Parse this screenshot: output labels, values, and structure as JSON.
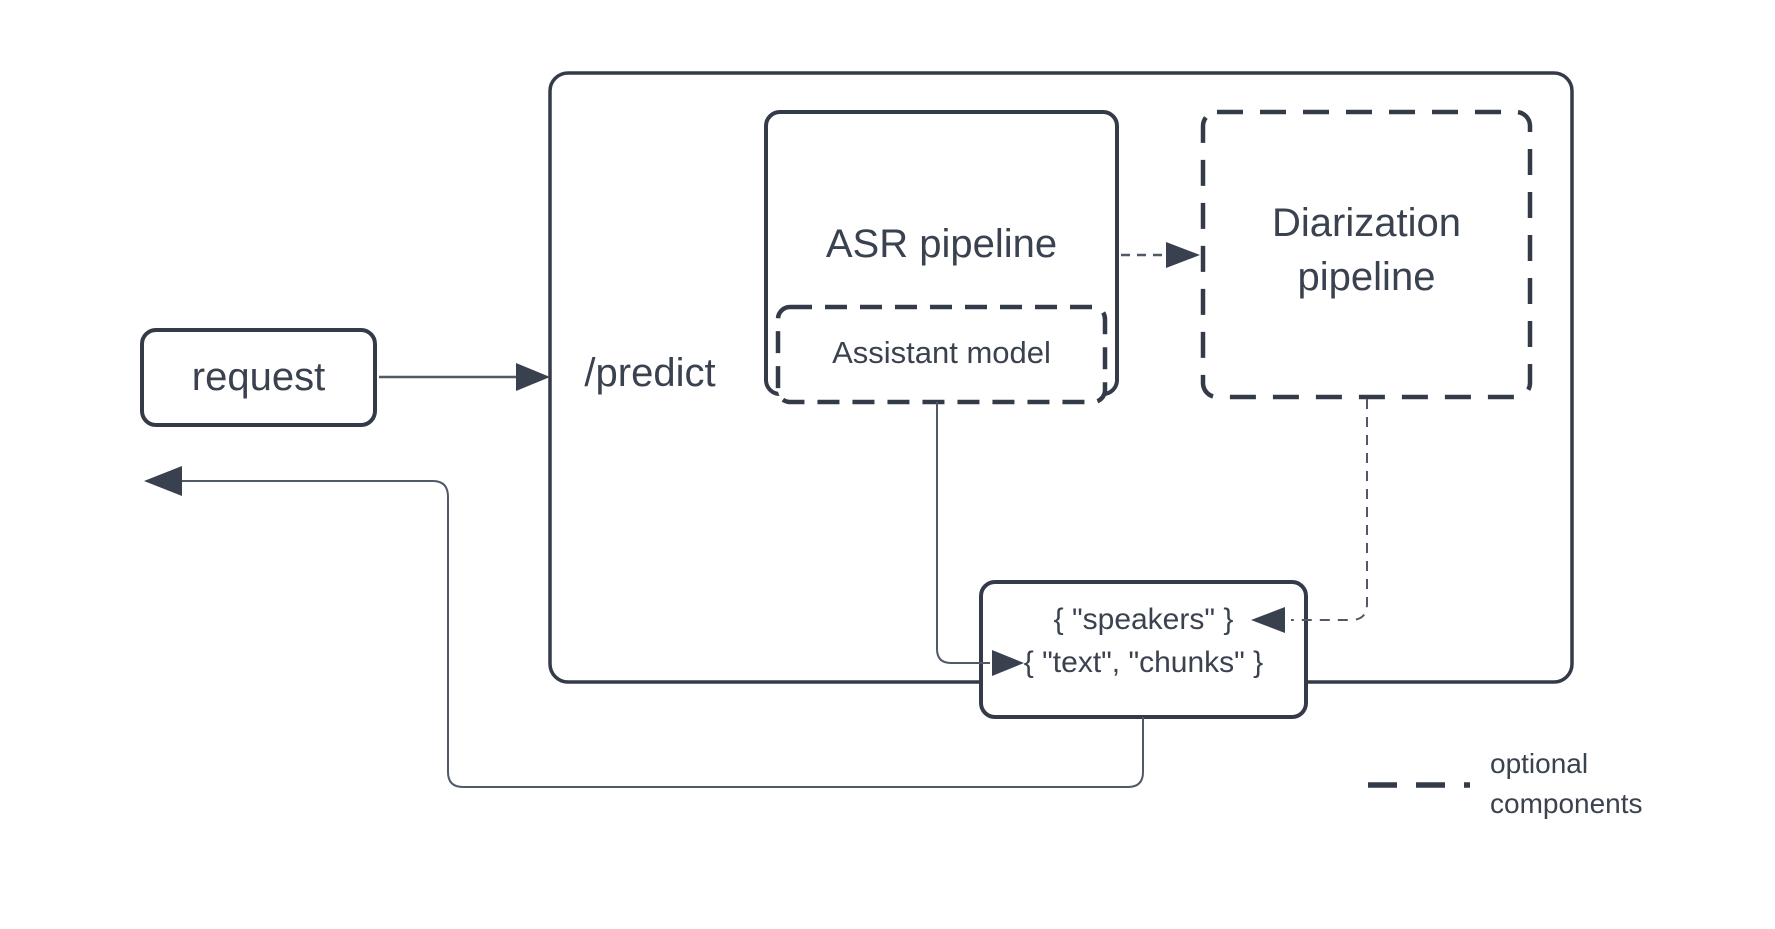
{
  "diagram": {
    "title_hint": "ASR prediction service flow",
    "nodes": {
      "request": {
        "label": "request"
      },
      "predict": {
        "label": "/predict"
      },
      "asr": {
        "label": "ASR pipeline"
      },
      "assistant": {
        "label": "Assistant model"
      },
      "diarization": {
        "label": "Diarization\npipeline"
      },
      "output": {
        "line1": "{ \"speakers\" }",
        "line2": "{ \"text\", \"chunks\" }"
      }
    },
    "legend": {
      "label": "optional\ncomponents"
    },
    "edges": [
      {
        "from": "request",
        "to": "predict",
        "style": "solid"
      },
      {
        "from": "asr",
        "to": "diarization",
        "style": "dashed"
      },
      {
        "from": "assistant",
        "to": "output",
        "style": "solid"
      },
      {
        "from": "diarization",
        "to": "output",
        "style": "dashed"
      },
      {
        "from": "output",
        "to": "request",
        "style": "solid"
      }
    ],
    "colors": {
      "background": "#ffffff",
      "box_stroke": "#333b48",
      "connector_stroke": "#4f5967",
      "arrowhead_fill": "#39414e",
      "text": "#3a4250"
    }
  }
}
